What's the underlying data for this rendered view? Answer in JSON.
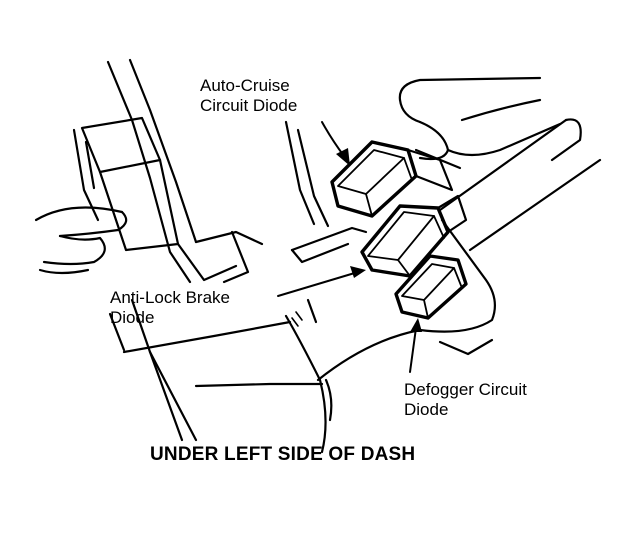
{
  "labels": {
    "auto_cruise": [
      "Auto-Cruise",
      "Circuit Diode"
    ],
    "anti_lock": [
      "Anti-Lock Brake",
      "Diode"
    ],
    "defogger": [
      "Defogger Circuit",
      "Diode"
    ]
  },
  "caption": "UNDER LEFT SIDE OF DASH",
  "colors": {
    "ink": "#000000",
    "paper": "#ffffff"
  }
}
